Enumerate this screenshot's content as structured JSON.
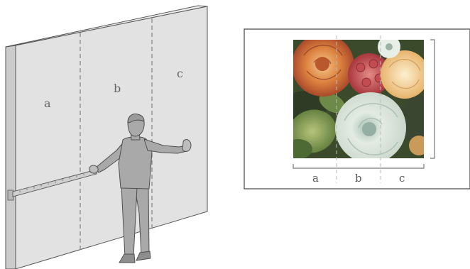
{
  "wall": {
    "panel_labels": [
      "a",
      "b",
      "c"
    ],
    "colors": {
      "front": "#e2e2e2",
      "side": "#cbcbcb",
      "top": "#ededed",
      "outline": "#555555",
      "divider": "#888888"
    }
  },
  "person": {
    "colors": {
      "fill": "#a9a9a9",
      "outline": "#4f4f4f"
    }
  },
  "preview": {
    "image_subject": "floral-wallpaper-pattern",
    "width_labels": [
      "a",
      "b",
      "c"
    ],
    "colors": {
      "frame": "#444444",
      "bracket": "#777777",
      "divider": "#bbbbbb"
    }
  }
}
